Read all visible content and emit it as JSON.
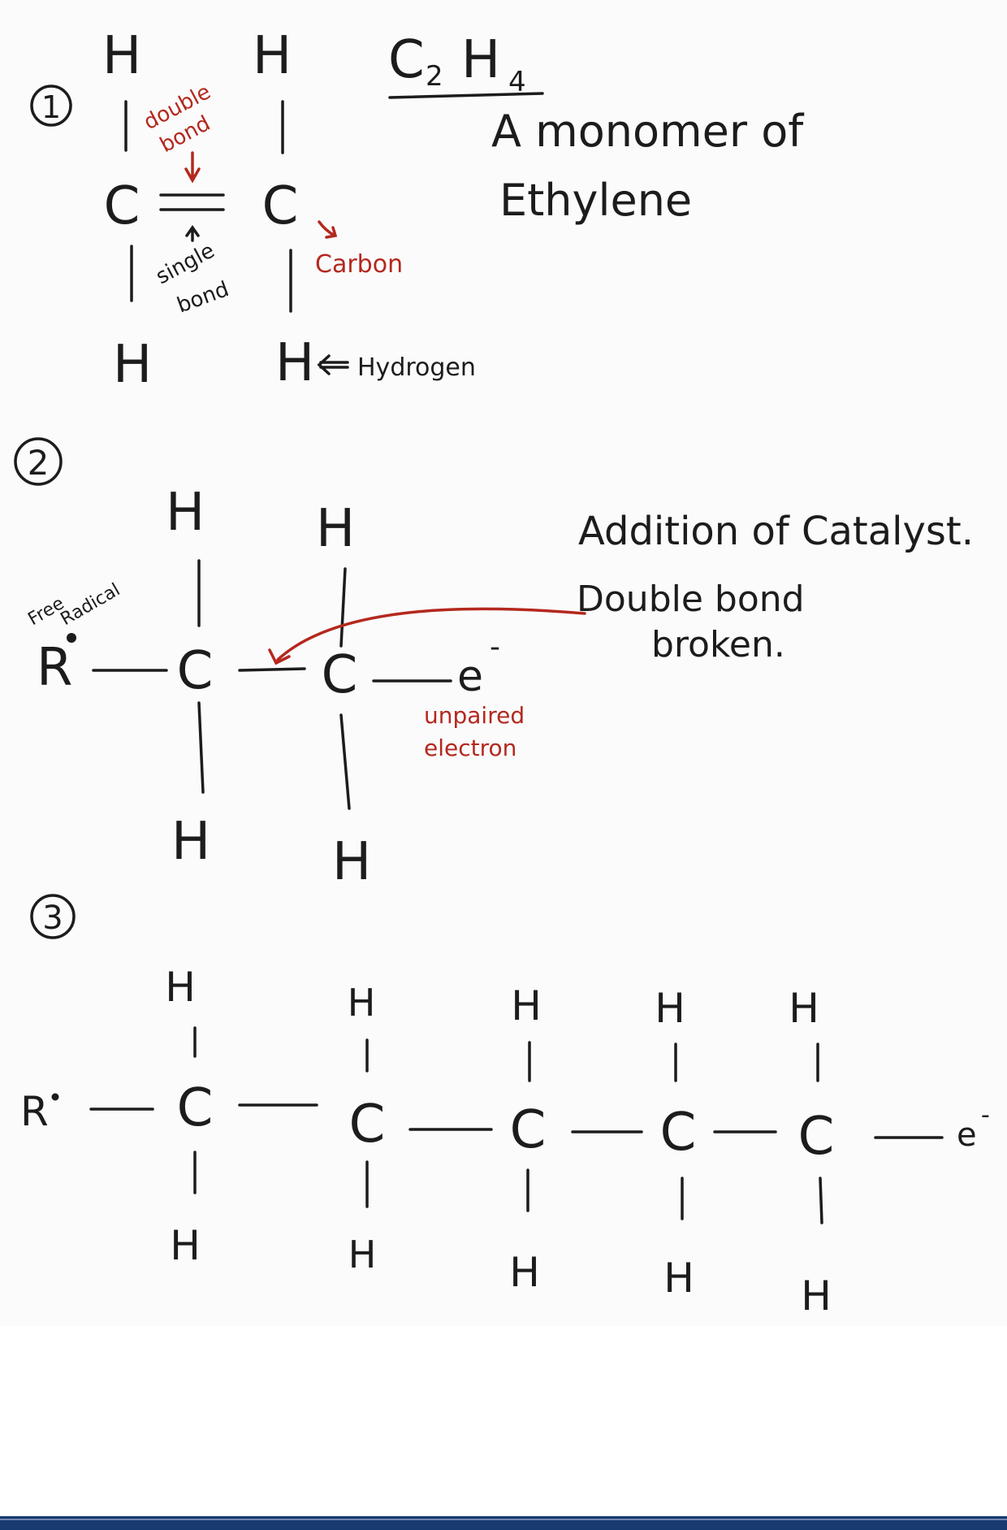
{
  "step1": {
    "number": "1",
    "formula": {
      "base": "C",
      "sub1": "2",
      "h": "H",
      "sub2": "4"
    },
    "description_line1": "A monomer of",
    "description_line2": "Ethylene",
    "annotations": {
      "double_bond": [
        "double",
        "bond"
      ],
      "single_bond": [
        "single",
        "bond"
      ],
      "carbon": "Carbon",
      "hydrogen": "Hydrogen"
    },
    "atoms": {
      "h": "H",
      "c": "C"
    }
  },
  "step2": {
    "number": "2",
    "heading": "Addition of Catalyst.",
    "note_line1": "Double bond",
    "note_line2": "broken.",
    "free_radical": [
      "Free",
      "Radical"
    ],
    "radical": "R",
    "electron": "e",
    "electron_charge": "-",
    "unpaired": [
      "unpaired",
      "electron"
    ],
    "atoms": {
      "h": "H",
      "c": "C"
    }
  },
  "step3": {
    "number": "3",
    "radical": "R",
    "electron": "e",
    "electron_charge": "-",
    "atoms": {
      "h": "H",
      "c": "C"
    }
  },
  "colors": {
    "ink": "#1c1c1c",
    "annotation": "#b4281e",
    "bar": "#173a70"
  }
}
